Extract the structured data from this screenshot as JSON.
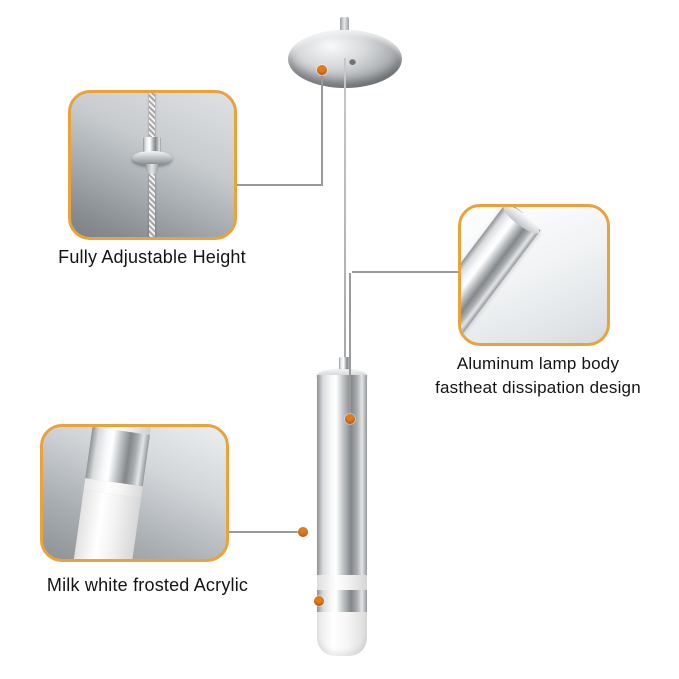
{
  "figure": {
    "type": "product-feature-diagram",
    "subject": "pendant-lamp",
    "callouts": {
      "adjustable": {
        "label": "Fully Adjustable Height"
      },
      "aluminum": {
        "line1": "Aluminum lamp body",
        "line2": "fastheat dissipation design"
      },
      "acrylic": {
        "label": "Milk white frosted Acrylic"
      }
    },
    "markers": {
      "shape": "dot",
      "count": 4
    }
  },
  "colors": {
    "background": "#FFFFFF",
    "callout_border": "#E8A33D",
    "marker_dot": "#E07C1E",
    "connector_line": "#9A9A9A",
    "text": "#141414"
  }
}
